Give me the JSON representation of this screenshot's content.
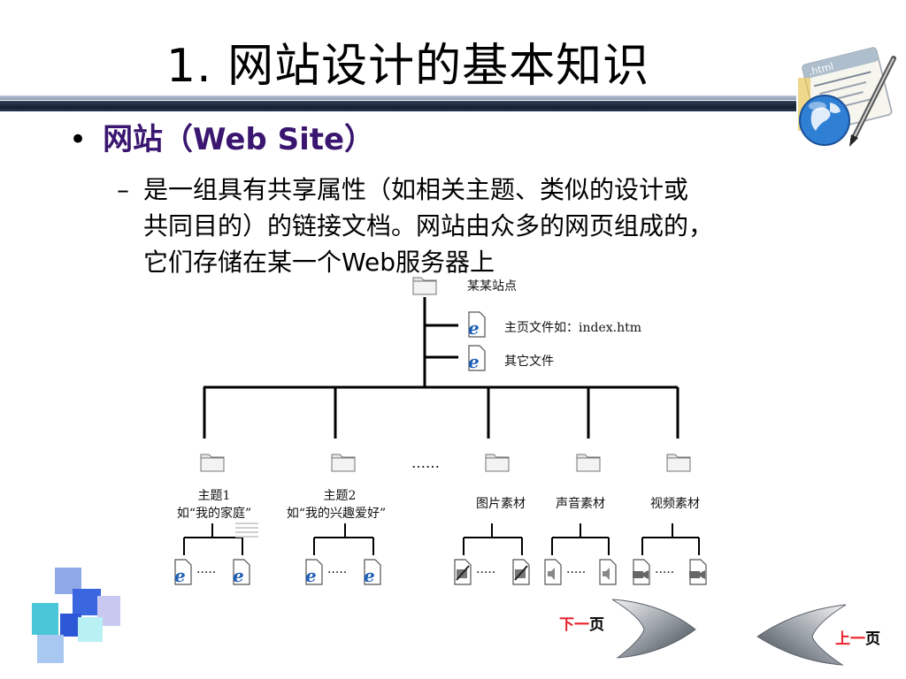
{
  "slide": {
    "title": "1. 网站设计的基本知识",
    "bullet1": {
      "marker": "•",
      "text": "网站（Web Site）"
    },
    "bullet2": {
      "marker": "–",
      "lines": [
        "是一组具有共享属性（如相关主题、类似的设计或",
        "共同目的）的链接文档。网站由众多的网页组成的，",
        "它们存储在某一个Web服务器上"
      ]
    }
  },
  "diagram": {
    "root_label": "某某站点",
    "homepage_label": "主页文件如：index.htm",
    "other_files_label": "其它文件",
    "ellipsis": "……",
    "dots": "·····",
    "subfolders": [
      {
        "label": "主题1",
        "sublabel": "如“我的家庭”",
        "file_icon": "ie-doc-icon"
      },
      {
        "label": "主题2",
        "sublabel": "如“我的兴趣爱好”",
        "file_icon": "ie-doc-icon"
      },
      {
        "label": "图片素材",
        "sublabel": "",
        "file_icon": "image-doc-icon"
      },
      {
        "label": "声音素材",
        "sublabel": "",
        "file_icon": "sound-doc-icon"
      },
      {
        "label": "视频素材",
        "sublabel": "",
        "file_icon": "video-doc-icon"
      }
    ]
  },
  "nav": {
    "next": {
      "red": "下一",
      "black": "页"
    },
    "prev": {
      "red": "上一",
      "black": "页"
    }
  },
  "colors": {
    "bullet": "#3a1670",
    "nav_red": "#e8222a",
    "bar_dark": "#1a2438"
  }
}
